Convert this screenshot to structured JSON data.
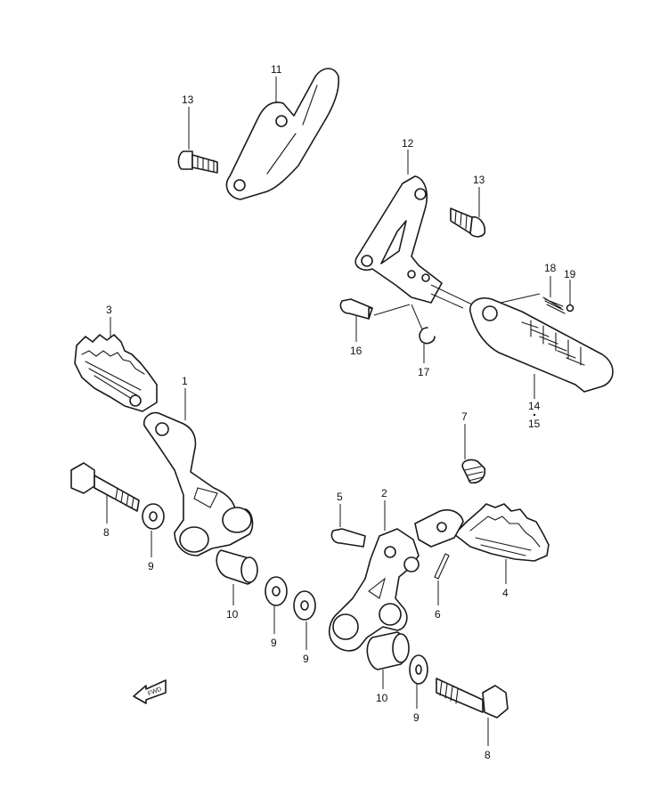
{
  "diagram": {
    "callouts": [
      {
        "id": "c11",
        "text": "11"
      },
      {
        "id": "c13a",
        "text": "13"
      },
      {
        "id": "c12",
        "text": "12"
      },
      {
        "id": "c13b",
        "text": "13"
      },
      {
        "id": "c18",
        "text": "18"
      },
      {
        "id": "c19",
        "text": "19"
      },
      {
        "id": "c16",
        "text": "16"
      },
      {
        "id": "c17",
        "text": "17"
      },
      {
        "id": "c14",
        "text": "14"
      },
      {
        "id": "c15",
        "text": "15"
      },
      {
        "id": "c3",
        "text": "3"
      },
      {
        "id": "c1",
        "text": "1"
      },
      {
        "id": "c8a",
        "text": "8"
      },
      {
        "id": "c9a",
        "text": "9"
      },
      {
        "id": "c10a",
        "text": "10"
      },
      {
        "id": "c9b",
        "text": "9"
      },
      {
        "id": "c7",
        "text": "7"
      },
      {
        "id": "c5",
        "text": "5"
      },
      {
        "id": "c2",
        "text": "2"
      },
      {
        "id": "c4",
        "text": "4"
      },
      {
        "id": "c6",
        "text": "6"
      },
      {
        "id": "c9c",
        "text": "9"
      },
      {
        "id": "c10b",
        "text": "10"
      },
      {
        "id": "c9d",
        "text": "9"
      },
      {
        "id": "c8b",
        "text": "8"
      }
    ],
    "fwd_label": "FWD"
  }
}
